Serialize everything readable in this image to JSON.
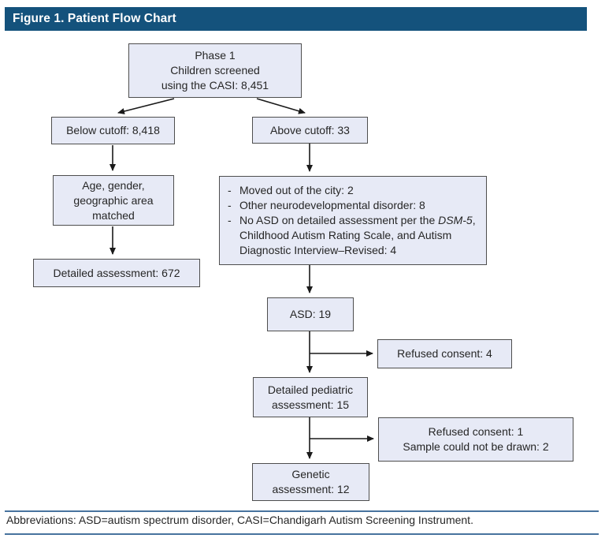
{
  "figure": {
    "title": "Figure 1. Patient Flow Chart",
    "footnote": "Abbreviations: ASD=autism spectrum disorder, CASI=Chandigarh Autism Screening Instrument."
  },
  "colors": {
    "title_bar": "#14527c",
    "box_fill": "#e7eaf6",
    "box_border": "#4e4e4e",
    "footer_rule": "#47739e",
    "arrow": "#1a1a1a"
  },
  "nodes": {
    "phase1": {
      "lines": [
        "Phase 1",
        "Children screened",
        "using the CASI: 8,451"
      ]
    },
    "below_cutoff": {
      "label": "Below cutoff: 8,418"
    },
    "above_cutoff": {
      "label": "Above cutoff: 33"
    },
    "matched": {
      "lines": [
        "Age, gender,",
        "geographic area",
        "matched"
      ]
    },
    "detailed_assessment": {
      "label": "Detailed assessment: 672"
    },
    "exclusions": {
      "bullet_marker": "-",
      "items": [
        {
          "text": "Moved out of the city: 2"
        },
        {
          "text": "Other neurodevelopmental disorder: 8"
        },
        {
          "prefix": "No ASD on detailed assessment per the ",
          "italic": "DSM-5",
          "suffix": ", Childhood Autism Rating Scale, and Autism Diagnostic Interview–Revised: 4"
        }
      ]
    },
    "asd": {
      "label": "ASD: 19"
    },
    "refused_consent_a": {
      "label": "Refused consent: 4"
    },
    "pediatric": {
      "lines": [
        "Detailed pediatric",
        "assessment: 15"
      ]
    },
    "refused_consent_b": {
      "lines": [
        "Refused consent: 1",
        "Sample could not be drawn: 2"
      ]
    },
    "genetic": {
      "lines": [
        "Genetic",
        "assessment: 12"
      ]
    }
  }
}
